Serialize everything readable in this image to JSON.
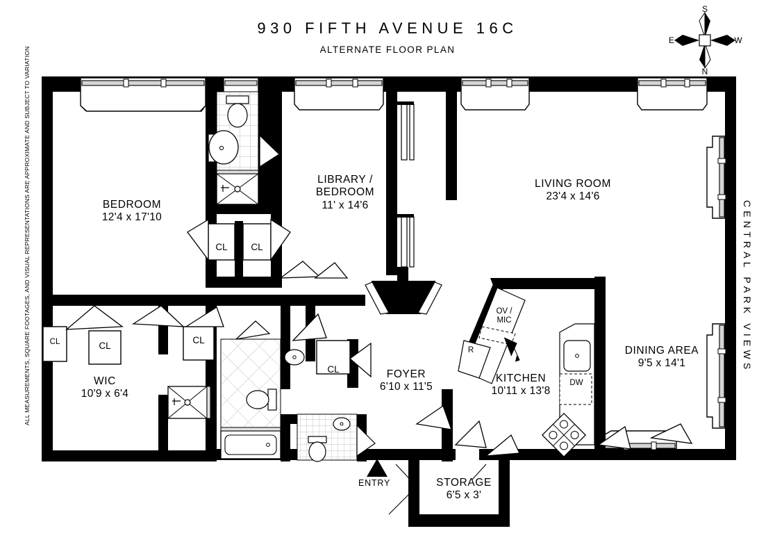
{
  "header": {
    "title": "930 FIFTH AVENUE 16C",
    "subtitle": "ALTERNATE FLOOR PLAN"
  },
  "compass": {
    "name": "compass-rose",
    "top": "S",
    "bottom": "N",
    "left": "E",
    "right": "W"
  },
  "annotations": {
    "disclaimer": "ALL MEASUREMENTS, SQUARE FOOTAGES, AND VISUAL REPRESENTATIONS ARE APPROXIMATE AND SUBJECT TO VARIATION",
    "view_note": "CENTRAL PARK VIEWS",
    "entry": "ENTRY"
  },
  "rooms": [
    {
      "key": "bedroom",
      "name": "BEDROOM",
      "name2": "",
      "dims": "12'4 x 17'10"
    },
    {
      "key": "library_bedroom",
      "name": "LIBRARY /",
      "name2": "BEDROOM",
      "dims": "11' x 14'6"
    },
    {
      "key": "living_room",
      "name": "LIVING ROOM",
      "name2": "",
      "dims": "23'4 x 14'6"
    },
    {
      "key": "dining_area",
      "name": "DINING AREA",
      "name2": "",
      "dims": "9'5 x 14'1"
    },
    {
      "key": "kitchen",
      "name": "KITCHEN",
      "name2": "",
      "dims": "10'11 x 13'8"
    },
    {
      "key": "foyer",
      "name": "FOYER",
      "name2": "",
      "dims": "6'10 x 11'5"
    },
    {
      "key": "wic",
      "name": "WIC",
      "name2": "",
      "dims": "10'9 x 6'4"
    },
    {
      "key": "storage",
      "name": "STORAGE",
      "name2": "",
      "dims": "6'5 x 3'"
    }
  ],
  "closets": [
    {
      "label": "CL"
    },
    {
      "label": "CL"
    },
    {
      "label": "CL"
    },
    {
      "label": "CL"
    },
    {
      "label": "CL"
    },
    {
      "label": "CL"
    }
  ],
  "appliances": [
    {
      "key": "oven_microwave",
      "line1": "OV /",
      "line2": "MIC"
    },
    {
      "key": "refrigerator",
      "line1": "R",
      "line2": ""
    },
    {
      "key": "dishwasher",
      "line1": "DW",
      "line2": ""
    }
  ],
  "colors": {
    "wall": "#000000",
    "background": "#ffffff",
    "line": "#000000",
    "tile": "#c9c9c9"
  }
}
